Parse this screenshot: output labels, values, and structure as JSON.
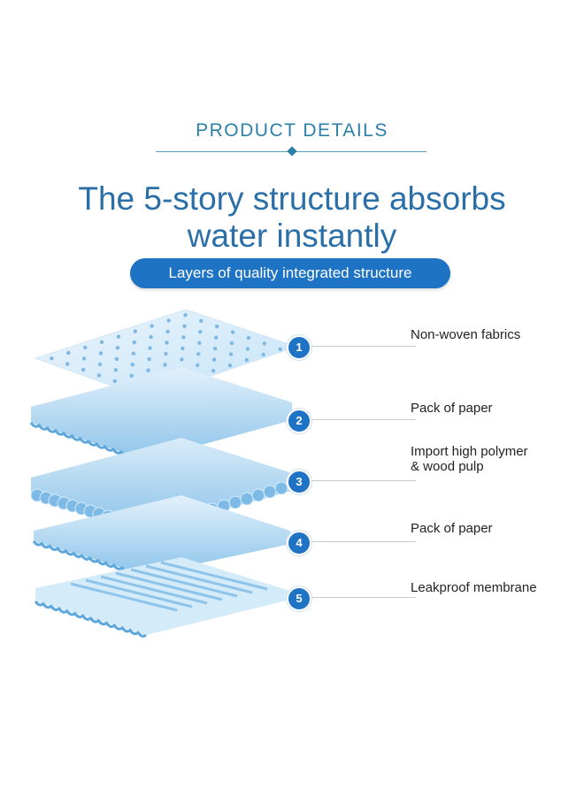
{
  "header": {
    "title": "PRODUCT DETAILS"
  },
  "headline": {
    "line1": "The 5-story structure absorbs",
    "line2": "water instantly"
  },
  "pill": {
    "text": "Layers of quality integrated structure"
  },
  "colors": {
    "accent": "#1f73c4",
    "title_blue": "#2a6fa8",
    "layer_blue": "#a9d3f0"
  },
  "layers": [
    {
      "number": "1",
      "label": "Non-woven fabrics"
    },
    {
      "number": "2",
      "label": "Pack of paper"
    },
    {
      "number": "3",
      "label_line1": "Import high polymer",
      "label_line2": "& wood pulp"
    },
    {
      "number": "4",
      "label": "Pack of paper"
    },
    {
      "number": "5",
      "label": "Leakproof membrane"
    }
  ]
}
